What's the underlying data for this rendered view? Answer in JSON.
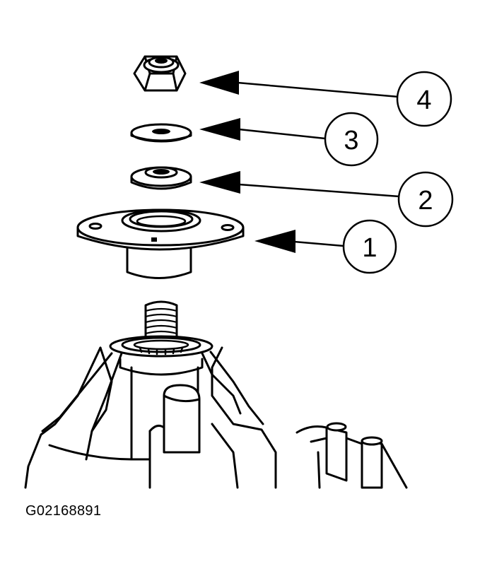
{
  "figure_id": "G02168891",
  "callouts": [
    {
      "number": "4",
      "part": "nut"
    },
    {
      "number": "3",
      "part": "washer"
    },
    {
      "number": "2",
      "part": "insulator"
    },
    {
      "number": "1",
      "part": "upper-mount"
    }
  ]
}
